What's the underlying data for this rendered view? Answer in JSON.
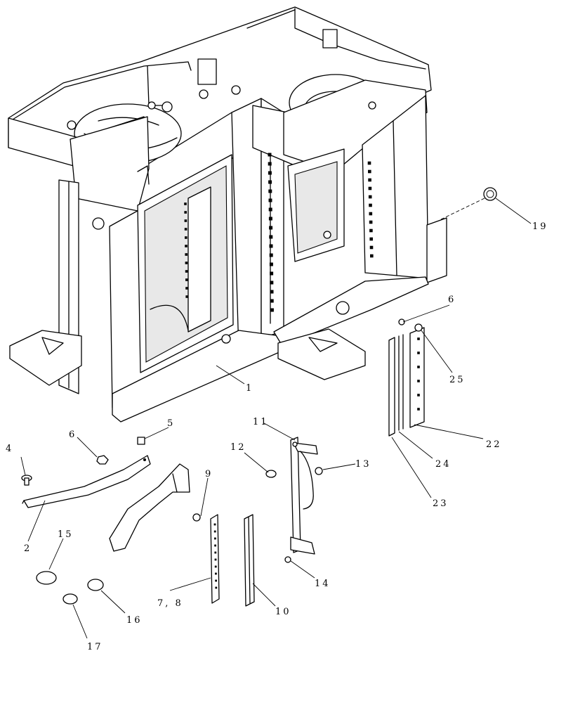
{
  "diagram": {
    "callouts": {
      "c1": "1",
      "c2": "2",
      "c4": "4",
      "c5": "5",
      "c6a": "6",
      "c6b": "6",
      "c78": "7, 8",
      "c9": "9",
      "c10": "10",
      "c11": "11",
      "c12": "12",
      "c13": "13",
      "c14": "14",
      "c15": "15",
      "c16": "16",
      "c17": "17",
      "c19": "19",
      "c22": "22",
      "c23": "23",
      "c24": "24",
      "c25": "25"
    }
  }
}
